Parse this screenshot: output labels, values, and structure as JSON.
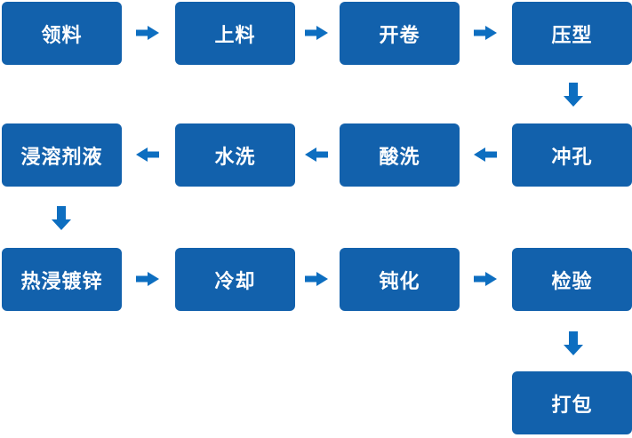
{
  "diagram": {
    "type": "flowchart",
    "colors": {
      "box_fill": "#1261ac",
      "arrow_fill": "#0d6ec0",
      "label_text": "#ffffff",
      "background": "#ffffff"
    },
    "nodes": [
      {
        "label": "领料"
      },
      {
        "label": "上料"
      },
      {
        "label": "开卷"
      },
      {
        "label": "压型"
      },
      {
        "label": "冲孔"
      },
      {
        "label": "酸洗"
      },
      {
        "label": "水洗"
      },
      {
        "label": "浸溶剂液"
      },
      {
        "label": "热浸镀锌"
      },
      {
        "label": "冷却"
      },
      {
        "label": "钝化"
      },
      {
        "label": "检验"
      },
      {
        "label": "打包"
      }
    ],
    "edges": [
      {
        "from": "领料",
        "to": "上料",
        "direction": "right",
        "icon": "block-arrow-right-icon"
      },
      {
        "from": "上料",
        "to": "开卷",
        "direction": "right",
        "icon": "block-arrow-right-icon"
      },
      {
        "from": "开卷",
        "to": "压型",
        "direction": "right",
        "icon": "block-arrow-right-icon"
      },
      {
        "from": "压型",
        "to": "冲孔",
        "direction": "down",
        "icon": "block-arrow-down-icon"
      },
      {
        "from": "冲孔",
        "to": "酸洗",
        "direction": "left",
        "icon": "block-arrow-left-icon"
      },
      {
        "from": "酸洗",
        "to": "水洗",
        "direction": "left",
        "icon": "block-arrow-left-icon"
      },
      {
        "from": "水洗",
        "to": "浸溶剂液",
        "direction": "left",
        "icon": "block-arrow-left-icon"
      },
      {
        "from": "浸溶剂液",
        "to": "热浸镀锌",
        "direction": "down",
        "icon": "block-arrow-down-icon"
      },
      {
        "from": "热浸镀锌",
        "to": "冷却",
        "direction": "right",
        "icon": "block-arrow-right-icon"
      },
      {
        "from": "冷却",
        "to": "钝化",
        "direction": "right",
        "icon": "block-arrow-right-icon"
      },
      {
        "from": "钝化",
        "to": "检验",
        "direction": "right",
        "icon": "block-arrow-right-icon"
      },
      {
        "from": "检验",
        "to": "打包",
        "direction": "down",
        "icon": "block-arrow-down-icon"
      }
    ]
  }
}
